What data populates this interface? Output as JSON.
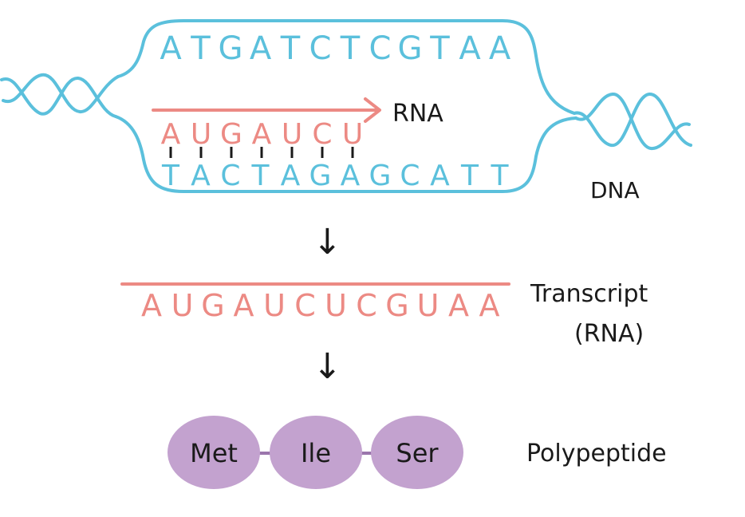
{
  "dna_top_strand": [
    "A",
    "T",
    "G",
    "A",
    "T",
    "C",
    "T",
    "C",
    "G",
    "T",
    "A",
    "A"
  ],
  "dna_bottom_strand": [
    "T",
    "A",
    "C",
    "T",
    "A",
    "G",
    "A",
    "G",
    "C",
    "A",
    "T",
    "T"
  ],
  "rna_nascent": [
    "A",
    "U",
    "G",
    "A",
    "U",
    "C",
    "U"
  ],
  "rna_arrow_label": "RNA",
  "dna_label": "DNA",
  "transcript_sequence": [
    "A",
    "U",
    "G",
    "A",
    "U",
    "C",
    "U",
    "C",
    "G",
    "U",
    "A",
    "A"
  ],
  "transcript_label_line1": "Transcript",
  "transcript_label_line2": "(RNA)",
  "amino_acids": [
    "Met",
    "Ile",
    "Ser"
  ],
  "polypeptide_label": "Polypeptide",
  "arrow_glyph": "↓",
  "colors": {
    "dna": "#5bc0dc",
    "rna": "#ec8a84",
    "protein": "#c3a2cf",
    "protein_link": "#9b76ac",
    "text": "#1a1a1a"
  }
}
